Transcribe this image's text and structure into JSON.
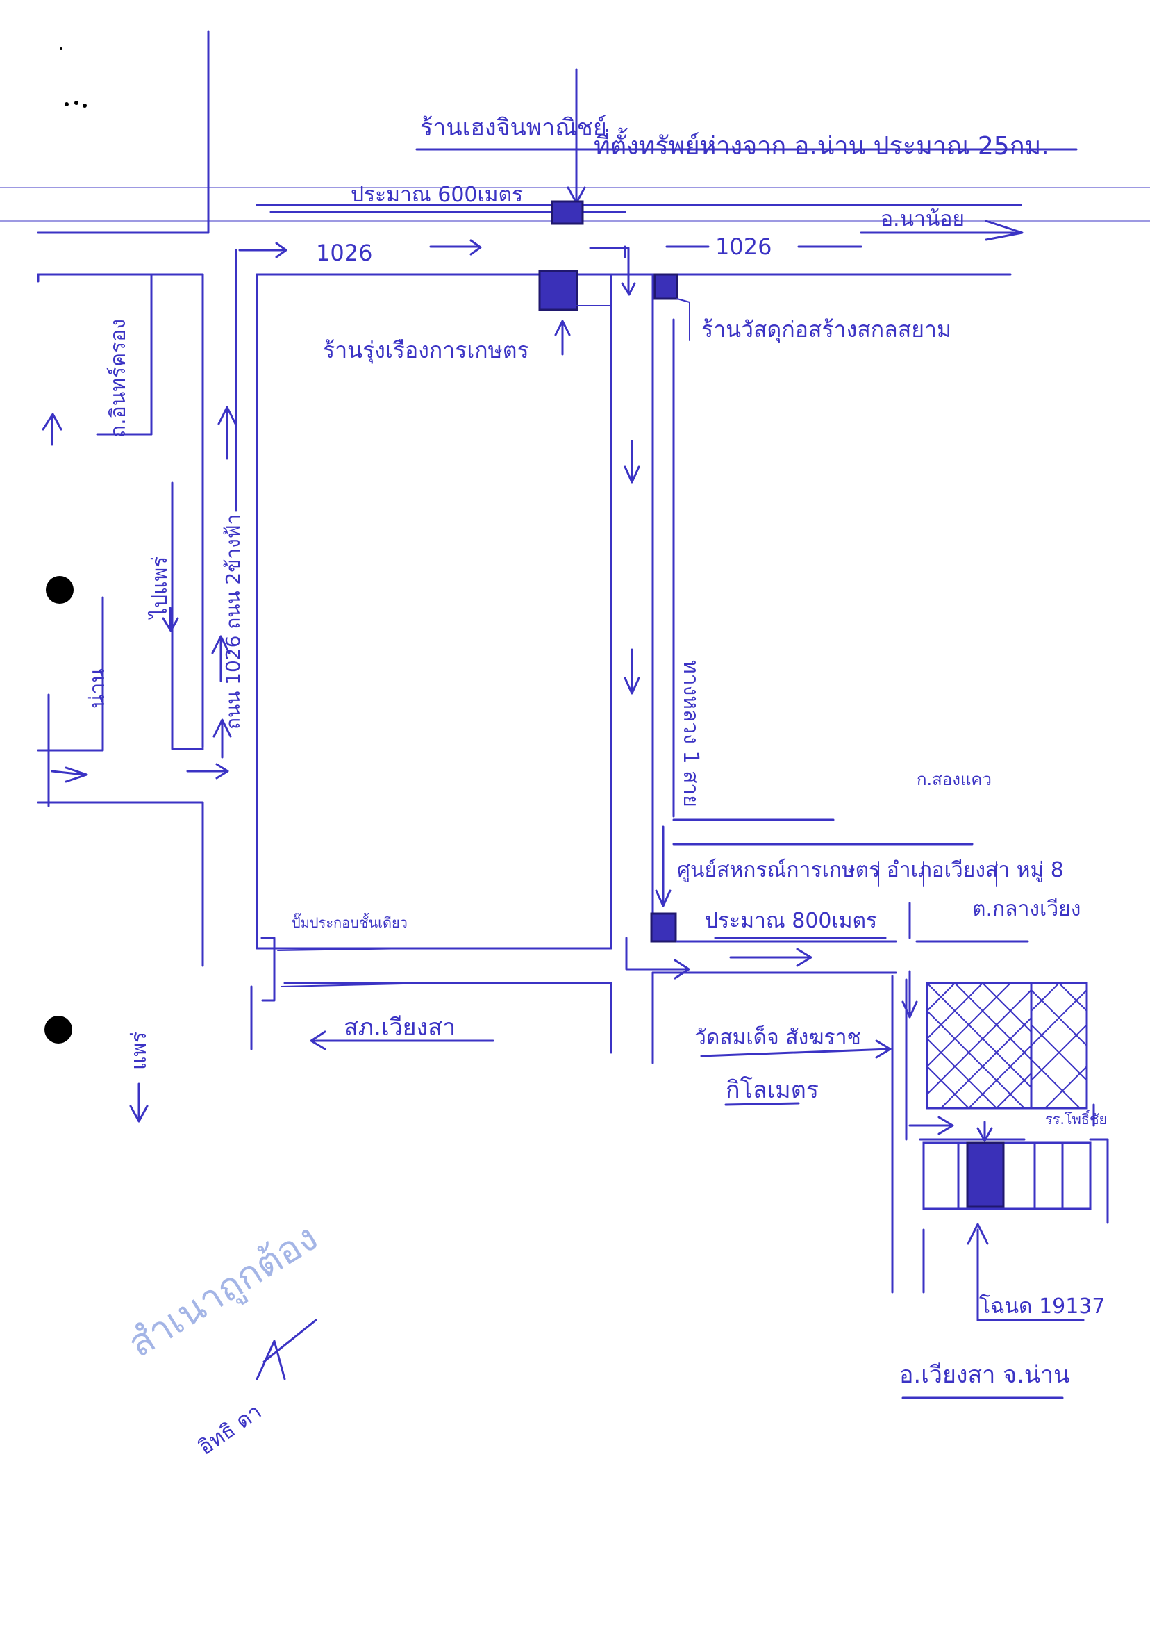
{
  "labels": {
    "shop_top": "ร้านเฮงจินพาณิชย์",
    "location_note": "ที่ตั้งทรัพย์ห่างจาก อ.น่าน ประมาณ 25กม.",
    "dist_600": "ประมาณ 600เมตร",
    "to_na_noi": "อ.นาน้อย",
    "road_1026_left": "1026",
    "road_1026_right": "1026",
    "shop_agri": "ร้านรุ่งเรืองการเกษตร",
    "shop_construction": "ร้านวัสดุก่อสร้างสกลสยาม",
    "to_left_top": "ถ.อินทร์ครอง",
    "road_1026_vertical": "ถนน 1026 ถนน 2ข้างฟ้า",
    "road_right_vertical": "ทางหลวง 1 สาย",
    "to_left_mid": "ไปแพร่",
    "to_left_lower": "น่าน",
    "to_left_bottom": "แพร่",
    "coop": "ศูนย์สหกรณ์การเกษตร อำเภอเวียงสา หมู่ 8",
    "village_note": "ก.สองแคว",
    "dist_800": "ประมาณ 800เมตร",
    "tambon": "ต.กลางเวียง",
    "gas_station": "ปั๊มประกอบชั้นเดียว",
    "police": "สภ.เวียงสา",
    "temple": "วัดสมเด็จ สังฆราช",
    "km": "กิโลเมตร",
    "school": "รร.โพธิ์ชัย",
    "plot": "โฉนด 19137",
    "district": "อ.เวียงสา จ.น่าน",
    "stamp_office": "สำเนาถูกต้อง",
    "stamp_sign": "อิทธิ ดา"
  }
}
